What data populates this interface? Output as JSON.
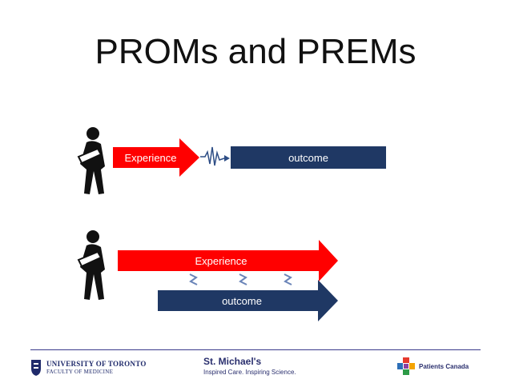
{
  "slide": {
    "title": "PROMs and PREMs"
  },
  "row1": {
    "experience_label": "Experience",
    "outcome_label": "outcome",
    "experience_color": "#ff0000",
    "outcome_color": "#1f3864"
  },
  "row2": {
    "experience_label": "Experience",
    "outcome_label": "outcome",
    "experience_color": "#ff0000",
    "outcome_color": "#1f3864"
  },
  "footer": {
    "uoft_line1": "UNIVERSITY OF TORONTO",
    "uoft_line2": "FACULTY OF MEDICINE",
    "stmichaels_name": "St. Michael's",
    "stmichaels_tagline": "Inspired Care. Inspiring Science.",
    "patients_canada": "Patients Canada"
  }
}
